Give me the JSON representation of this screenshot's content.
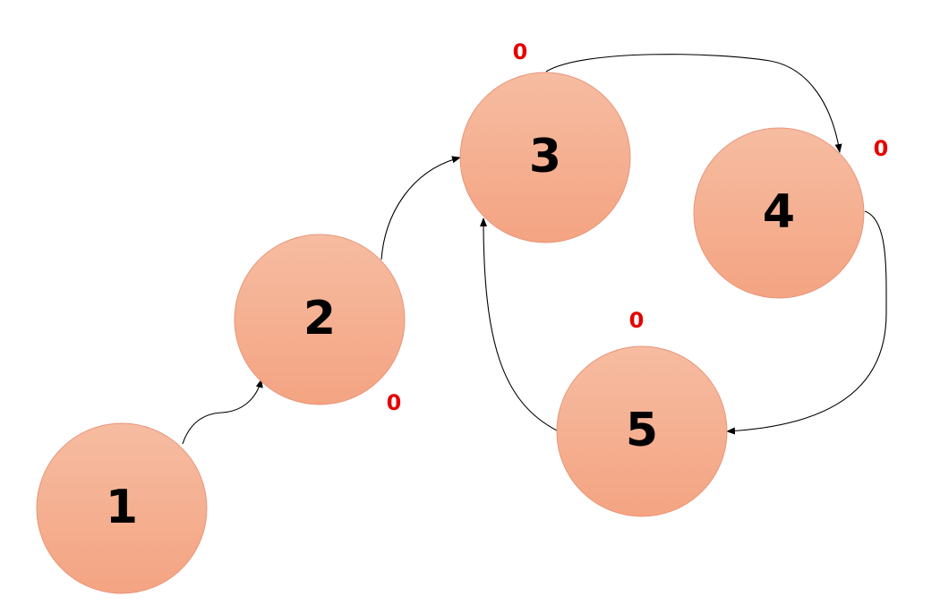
{
  "colors": {
    "node_fill_top": "#f6bca1",
    "node_fill_bottom": "#f4a482",
    "node_stroke": "#e8957a",
    "count_label": "#e60000",
    "edge": "#000000"
  },
  "nodes": [
    {
      "id": "1",
      "label": "1",
      "count": ""
    },
    {
      "id": "2",
      "label": "2",
      "count": "0"
    },
    {
      "id": "3",
      "label": "3",
      "count": "0"
    },
    {
      "id": "4",
      "label": "4",
      "count": "0"
    },
    {
      "id": "5",
      "label": "5",
      "count": "0"
    }
  ],
  "edges": [
    {
      "from": "1",
      "to": "2"
    },
    {
      "from": "2",
      "to": "3"
    },
    {
      "from": "3",
      "to": "4"
    },
    {
      "from": "4",
      "to": "5"
    },
    {
      "from": "5",
      "to": "3"
    }
  ]
}
